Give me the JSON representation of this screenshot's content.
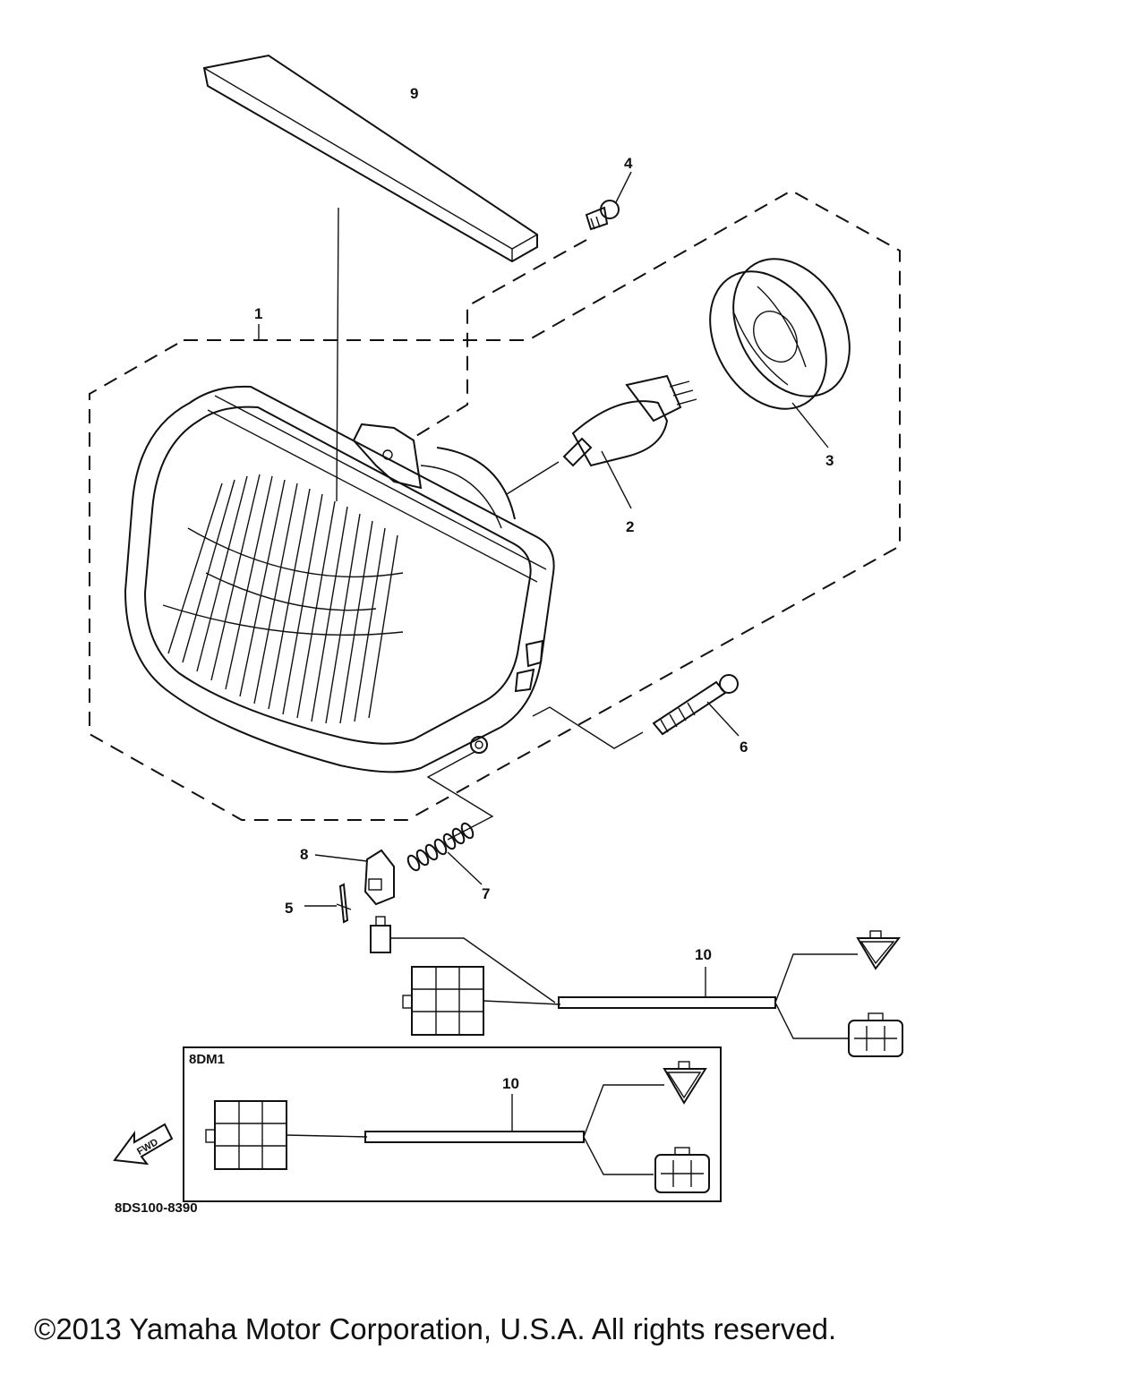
{
  "callouts": {
    "c1": "1",
    "c2": "2",
    "c3": "3",
    "c4": "4",
    "c5": "5",
    "c6": "6",
    "c7": "7",
    "c8": "8",
    "c9": "9",
    "c10a": "10",
    "c10b": "10"
  },
  "inset": {
    "label": "8DM1"
  },
  "fwd_arrow": {
    "text": "FWD"
  },
  "figure_code": "8DS100-8390",
  "copyright": "©2013 Yamaha Motor Corporation, U.S.A. All rights reserved."
}
